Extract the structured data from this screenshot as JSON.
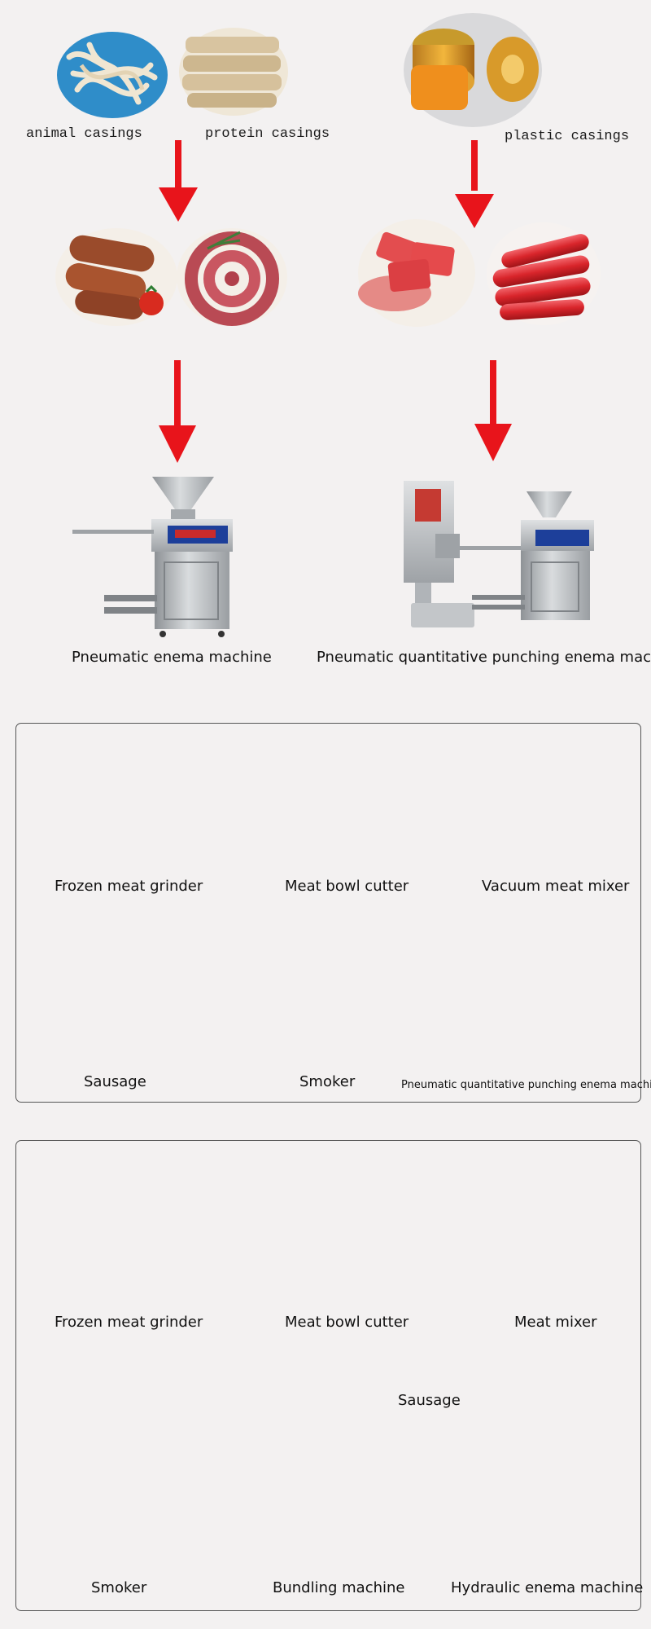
{
  "top": {
    "casings": {
      "animal": "animal casings",
      "protein": "protein casings",
      "plastic": "plastic casings"
    },
    "machines": {
      "left": "Pneumatic enema machine",
      "right": "Pneumatic quantitative punching enema machine"
    }
  },
  "panel1": {
    "grinder": "Frozen meat grinder",
    "cutter": "Meat bowl cutter",
    "mixer": "Vacuum meat mixer",
    "sausage": "Sausage",
    "smoker": "Smoker",
    "enema": "Pneumatic quantitative punching enema machine"
  },
  "panel2": {
    "grinder": "Frozen meat grinder",
    "cutter": "Meat bowl cutter",
    "mixer": "Meat mixer",
    "sausage": "Sausage",
    "smoker": "Smoker",
    "bundling": "Bundling machine",
    "enema": "Hydraulic enema machine"
  },
  "colors": {
    "red_arrow": "#e8141b",
    "steel": "#b9bcbf",
    "sausage_red": "#d8262a",
    "background": "#f3f1f1"
  }
}
